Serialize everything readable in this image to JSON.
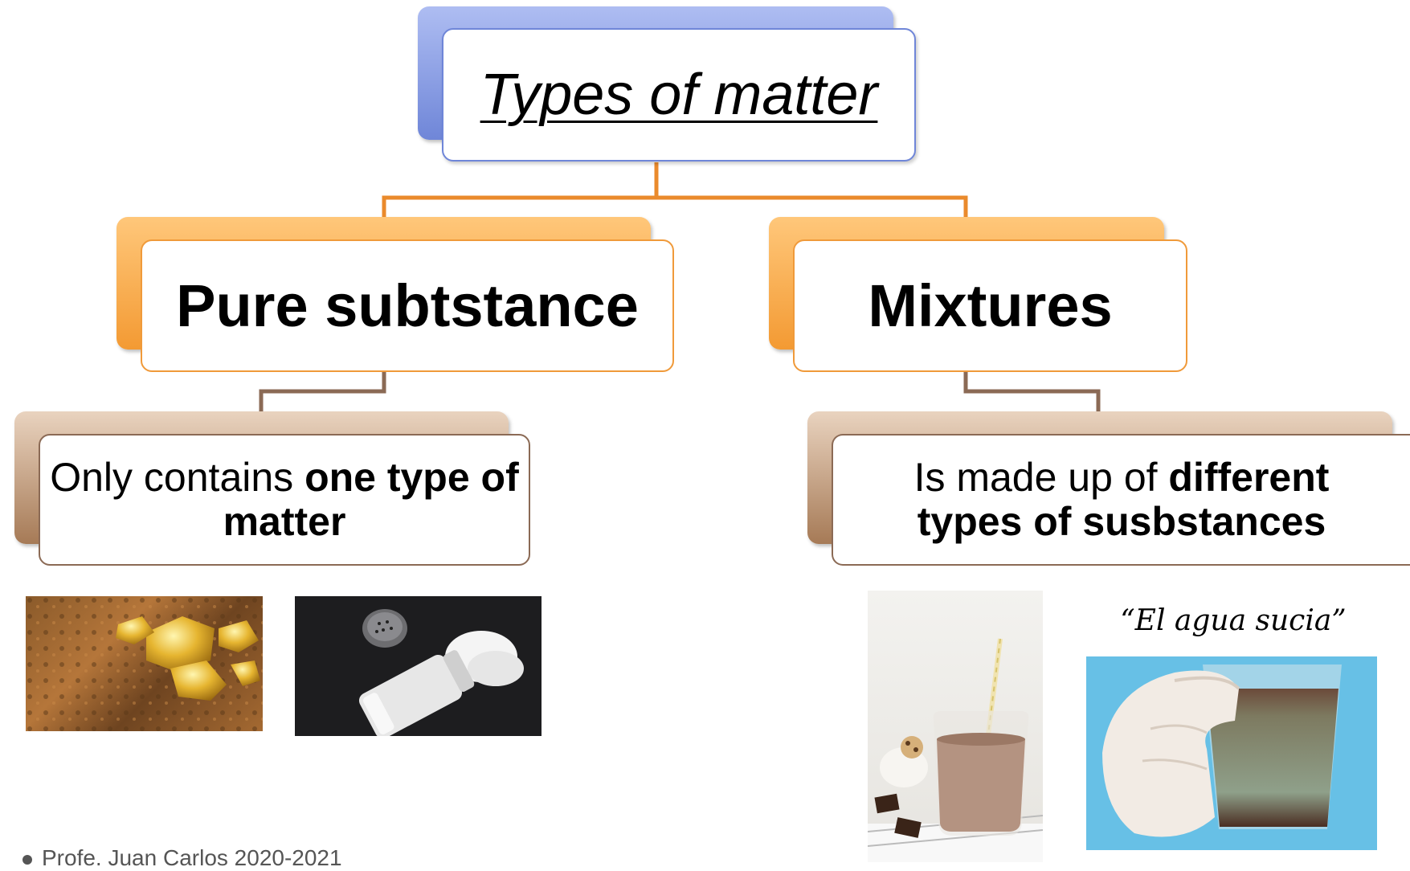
{
  "title": {
    "text": "Types of matter"
  },
  "branches": [
    {
      "heading": "Pure subtstance",
      "definition": {
        "prefix": "Only contains ",
        "bold": "one type of matter"
      },
      "examples": [
        "gold-nuggets",
        "salt-shaker"
      ]
    },
    {
      "heading": "Mixtures",
      "definition": {
        "prefix": "Is made up of ",
        "bold": "different types of susbstances"
      },
      "examples": [
        "chocolate-milkshake",
        "dirty-water-glass"
      ]
    }
  ],
  "caption": "“El agua sucia”",
  "footer": "Profe. Juan Carlos 2020-2021",
  "colors": {
    "title_accent": "#6f86d8",
    "title_border": "#6f86d8",
    "level1_accent": "#f39a33",
    "level1_border": "#f09a3a",
    "level2_accent": "#a67a56",
    "level2_border": "#8b6a55",
    "connector_top": "#ea8a2c",
    "connector_bottom": "#8b6a55"
  }
}
